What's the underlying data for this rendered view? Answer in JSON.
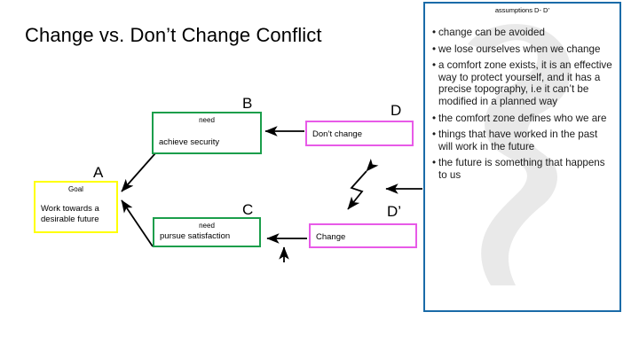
{
  "slide": {
    "title": "Change vs. Don’t Change Conflict",
    "background": "#ffffff"
  },
  "boxes": {
    "a": {
      "letter": "A",
      "kicker": "Goal",
      "text": "Work towards a desirable future",
      "border_color": "#ffff00"
    },
    "b": {
      "letter": "B",
      "kicker": "need",
      "text": "achieve security",
      "border_color": "#1b9e4b"
    },
    "c": {
      "letter": "C",
      "kicker": "need",
      "text": "pursue satisfaction",
      "border_color": "#1b9e4b"
    },
    "d": {
      "letter": "D",
      "kicker": "",
      "text": "Don’t change",
      "border_color": "#e85ae8"
    },
    "dprime": {
      "letter": "D’",
      "kicker": "",
      "text": "Change",
      "border_color": "#e85ae8"
    }
  },
  "panel": {
    "heading": "assumptions D- D’",
    "border_color": "#1a6ba8",
    "bullet_glyph": "•",
    "items": [
      "change can be avoided",
      "we lose ourselves when we change",
      "a comfort zone exists, it is an effective way to protect yourself, and it has a precise topography, i.e it can’t be modified in a planned way",
      "the comfort zone defines who we are",
      "things that have worked in the past will work in the future",
      "the future is something that happens to us"
    ]
  },
  "connectors": {
    "b_to_a": "arrow-b-to-a",
    "c_to_a": "arrow-c-to-a",
    "d_to_b": "arrow-d-to-b",
    "dprime_to_c": "arrow-dprime-to-c",
    "dprime_up_tick": "arrow-up-tick",
    "panel_to_dprime": "arrow-panel-to-dprime",
    "conflict": "lightning-conflict-arrow"
  }
}
